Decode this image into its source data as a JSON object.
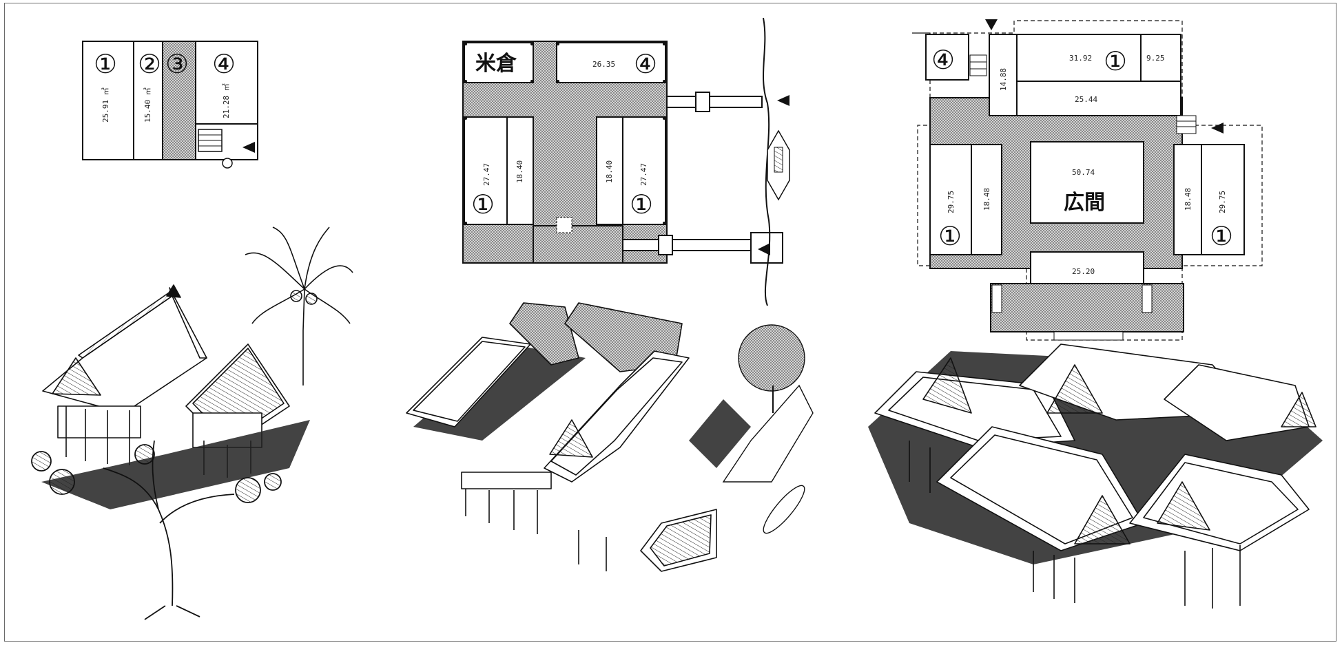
{
  "plans": {
    "left": {
      "rooms": [
        "①",
        "②",
        "③",
        "④"
      ],
      "areas": [
        "25.91 ㎡",
        "15.40 ㎡",
        "21.28 ㎡"
      ]
    },
    "middle": {
      "rice_store_label": "米倉",
      "room4_area": "26.35",
      "room4_marker": "④",
      "left_areas": [
        "27.47",
        "18.40"
      ],
      "right_areas": [
        "18.40",
        "27.47"
      ],
      "room1_markers": [
        "①",
        "①"
      ]
    },
    "right": {
      "hall_label": "広間",
      "hall_area": "50.74",
      "markers": [
        "④",
        "①",
        "①",
        "①"
      ],
      "areas": {
        "top_main": "31.92",
        "top_small": "9.25",
        "top_left_narrow": "14.88",
        "top_corridor": "25.44",
        "left_outer": "29.75",
        "left_inner": "18.48",
        "right_inner": "18.48",
        "right_outer": "29.75",
        "bottom": "25.20"
      }
    }
  },
  "colors": {
    "line": "#111111",
    "hatch": "#bdbdbd",
    "frame": "#6a6a6a"
  }
}
